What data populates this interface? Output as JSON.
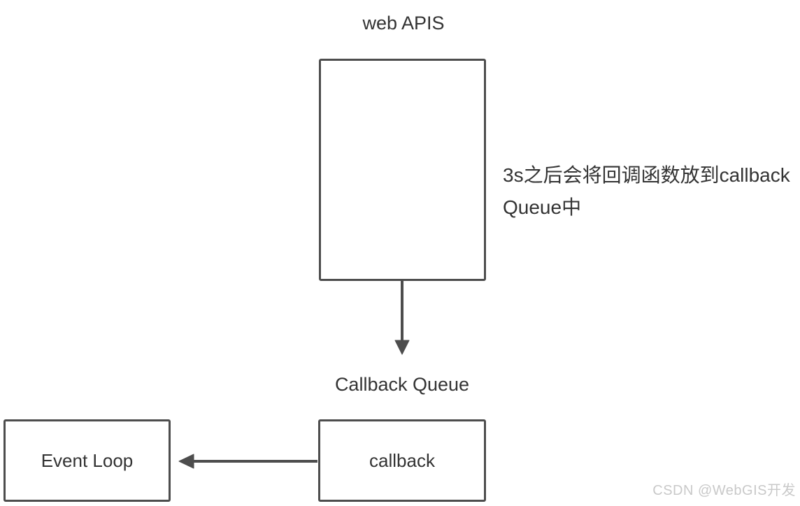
{
  "page": {
    "background": "#ffffff"
  },
  "colors": {
    "stroke": "#4d4d4d",
    "text": "#333333",
    "watermark": "#c9c9c9"
  },
  "diagram": {
    "title": "web APIS",
    "annotation": {
      "lines": [
        "3s之后会将回调函数放到callback",
        "Queue中"
      ]
    },
    "callback_queue_label": "Callback Queue",
    "boxes": {
      "web_apis": {
        "label": ""
      },
      "callback": {
        "label": "callback"
      },
      "event_loop": {
        "label": "Event Loop"
      }
    },
    "watermark": "CSDN @WebGIS开发"
  }
}
